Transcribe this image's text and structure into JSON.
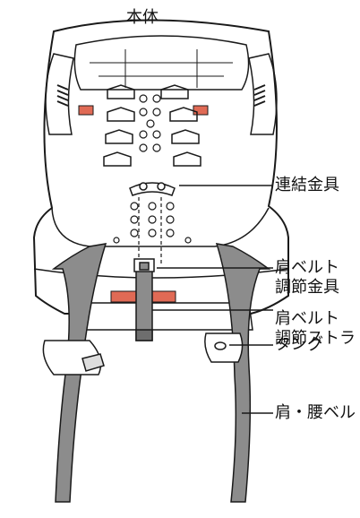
{
  "title": "本体",
  "labels": {
    "connector": "連結金具",
    "shoulder_adjuster_1": "肩ベルト",
    "shoulder_adjuster_2": "調節金具",
    "shoulder_strap_1": "肩ベルト",
    "shoulder_strap_2": "調節ストラ",
    "tongue": "タング",
    "lap_belt": "肩・腰ベル"
  },
  "colors": {
    "outline": "#1a1a1a",
    "belt": "#8c8c8c",
    "belt_dark": "#6e6e6e",
    "accent_red": "#e06a55"
  }
}
